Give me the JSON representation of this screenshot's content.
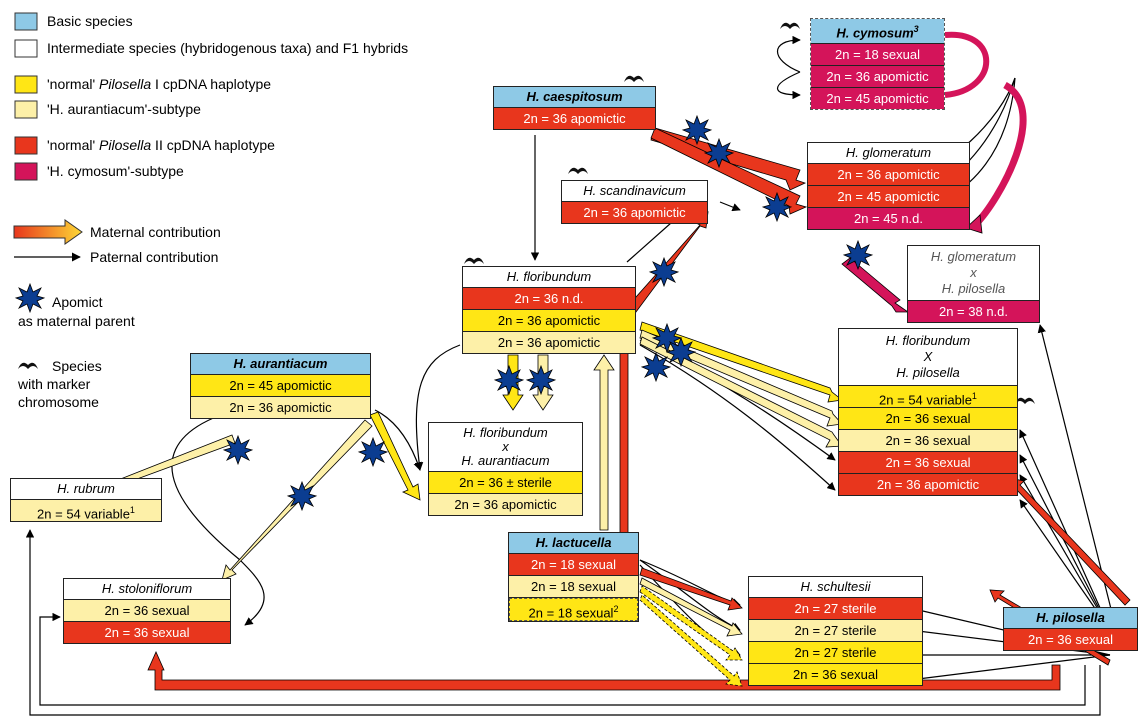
{
  "legend": {
    "basic": "Basic species",
    "intermediate": "Intermediate species (hybridogenous taxa) and F1 hybrids",
    "normal1_a": "'normal' ",
    "normal1_b": "Pilosella",
    "normal1_c": " I cpDNA haplotype",
    "aur_sub": "'H. aurantiacum'-subtype",
    "normal2_a": "'normal' ",
    "normal2_b": "Pilosella",
    "normal2_c": " II cpDNA haplotype",
    "cym_sub": "'H. cymosum'-subtype",
    "maternal": "Maternal contribution",
    "paternal": "Paternal contribution",
    "apomict1": "Apomict",
    "apomict2": "as maternal parent",
    "marker1": "Species",
    "marker2": "with marker",
    "marker3": "chromosome"
  },
  "colors": {
    "basic": "#8ec9e6",
    "yellow": "#ffe615",
    "light_yellow": "#fdf0a8",
    "red": "#e8361d",
    "pink": "#d4145a",
    "star": "#0b3d91"
  },
  "taxa": {
    "cymosum": {
      "name": "H. cymosum",
      "sup": "3",
      "rows": [
        "2n = 18  sexual",
        "2n = 36  apomictic",
        "2n = 45  apomictic"
      ]
    },
    "caespitosum": {
      "name": "H. caespitosum",
      "rows": [
        "2n = 36 apomictic"
      ]
    },
    "glomeratum": {
      "name": "H. glomeratum",
      "rows": [
        "2n = 36  apomictic",
        "2n = 45  apomictic",
        "2n = 45  n.d."
      ]
    },
    "scandinavicum": {
      "name": "H. scandinavicum",
      "rows": [
        "2n = 36  apomictic"
      ]
    },
    "glom_x_pil": {
      "line1": "H. glomeratum",
      "line2": "x",
      "line3": "H. pilosella",
      "rows": [
        "2n = 38  n.d."
      ]
    },
    "floribundum": {
      "name": "H. floribundum",
      "rows": [
        "2n = 36  n.d.",
        "2n = 36  apomictic",
        "2n = 36  apomictic"
      ]
    },
    "flor_x_pil": {
      "line1": "H. floribundum",
      "line2": "X",
      "line3": "H. pilosella",
      "rows": [
        "2n = 54  variable",
        "2n = 36  sexual",
        "2n = 36  sexual",
        "2n = 36  sexual",
        "2n = 36  apomictic"
      ],
      "sup": "1"
    },
    "aurantiacum": {
      "name": "H. aurantiacum",
      "rows": [
        "2n = 45  apomictic",
        "2n = 36  apomictic"
      ]
    },
    "flor_x_aur": {
      "line1": "H. floribundum",
      "line2": "x",
      "line3": "H. aurantiacum",
      "rows": [
        "2n = 36  ± sterile",
        "2n = 36  apomictic"
      ]
    },
    "rubrum": {
      "name": "H. rubrum",
      "rows": [
        "2n = 54  variable"
      ],
      "sup": "1"
    },
    "stoloniflorum": {
      "name": "H. stoloniflorum",
      "rows": [
        "2n = 36  sexual",
        "2n = 36  sexual"
      ]
    },
    "lactucella": {
      "name": "H. lactucella",
      "rows": [
        "2n = 18  sexual",
        "2n = 18  sexual",
        "2n = 18  sexual"
      ],
      "sup": "2"
    },
    "schultesii": {
      "name": "H. schultesii",
      "rows": [
        "2n = 27  sterile",
        "2n = 27  sterile",
        "2n = 27  sterile",
        "2n = 36  sexual"
      ]
    },
    "pilosella": {
      "name": "H. pilosella",
      "rows": [
        "2n = 36  sexual"
      ]
    }
  }
}
